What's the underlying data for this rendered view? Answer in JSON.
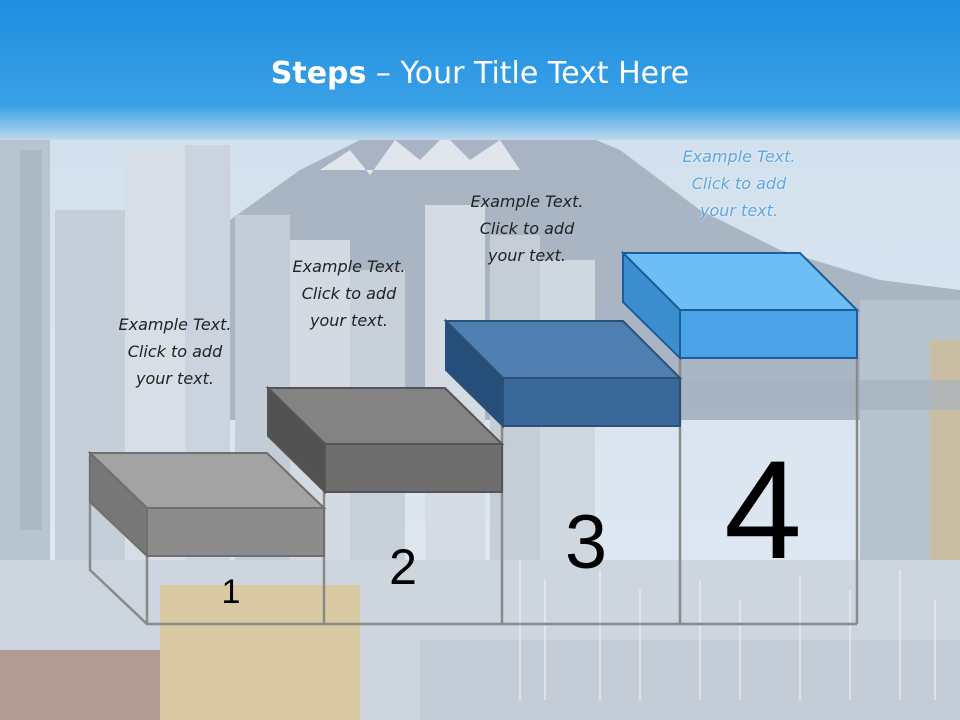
{
  "slide": {
    "title_bold": "Steps",
    "title_rest": " – Your Title Text Here"
  },
  "steps": [
    {
      "number": "1",
      "line1": "Example Text.",
      "line2": "Click  to add",
      "line3": "your text.",
      "color": "#8c8c8c"
    },
    {
      "number": "2",
      "line1": "Example Text.",
      "line2": "Click  to add",
      "line3": "your text.",
      "color": "#6e6e6e"
    },
    {
      "number": "3",
      "line1": "Example Text.",
      "line2": "Click  to add",
      "line3": "your text.",
      "color": "#3a6898"
    },
    {
      "number": "4",
      "line1": "Example Text.",
      "line2": "Click  to add",
      "line3": "your text.",
      "color": "#4aa3e6"
    }
  ],
  "colors": {
    "header": "#1f8fe0",
    "outline": "#8a8a8a"
  }
}
